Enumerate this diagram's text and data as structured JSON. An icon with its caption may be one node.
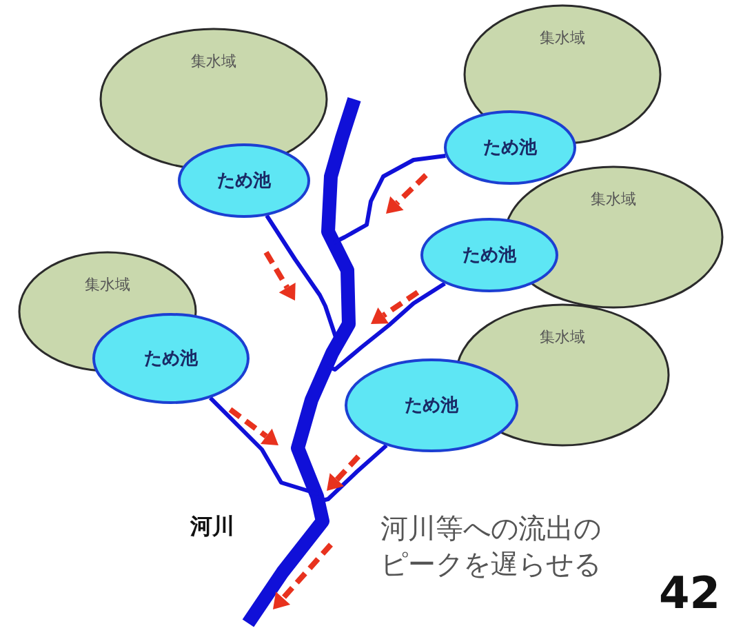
{
  "diagram": {
    "nodes": [
      {
        "text": [
          "集水域"
        ]
      },
      {
        "text": [
          "ため池"
        ]
      },
      {
        "text": [
          "集水域"
        ]
      },
      {
        "text": [
          "ため池"
        ]
      },
      {
        "text": [
          "集水域"
        ]
      },
      {
        "text": [
          "ため池"
        ]
      },
      {
        "text": [
          "集水域"
        ]
      },
      {
        "text": [
          "ため池"
        ]
      },
      {
        "text": [
          "集水域"
        ]
      },
      {
        "text": [
          "ため池"
        ]
      },
      {
        "text": [],
        "shape": "river",
        "beside": [
          "河川"
        ]
      }
    ],
    "edges": [
      {
        "from": 1,
        "to": 10,
        "arrow": "none"
      },
      {
        "from": 3,
        "to": 10,
        "arrow": "none"
      },
      {
        "from": 5,
        "to": 10,
        "arrow": "none"
      },
      {
        "from": 7,
        "to": 10,
        "arrow": "none"
      },
      {
        "from": 9,
        "to": 10,
        "arrow": "none"
      }
    ],
    "labels": [
      "河川等への流出のピークを遅らせる",
      "42"
    ]
  }
}
